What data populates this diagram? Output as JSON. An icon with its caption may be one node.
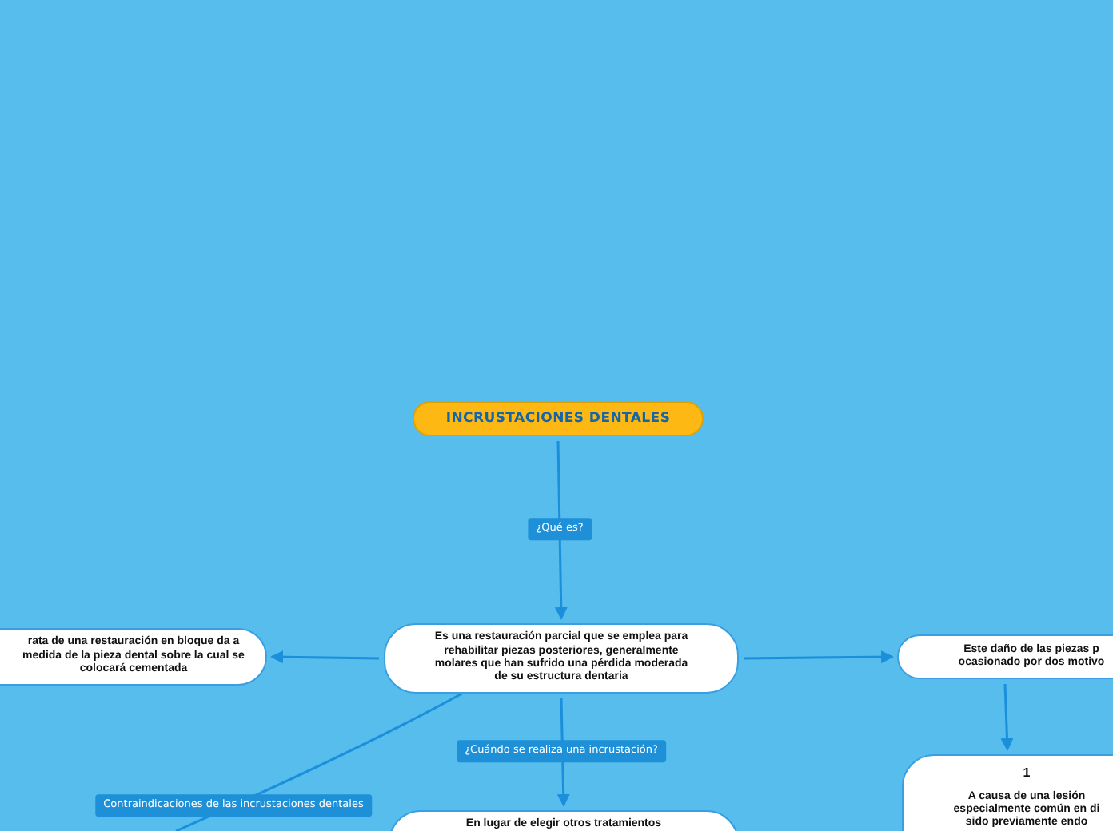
{
  "diagram": {
    "nodes": [
      {
        "text": [
          "INCRUSTACIONES DENTALES"
        ]
      },
      {
        "text": [
          "Es una restauración parcial que se emplea para rehabilitar piezas posteriores, generalmente molares que han sufrido una pérdida moderada de su estructura dentaria"
        ]
      },
      {
        "text": [
          "rata de una restauración en bloque da a medida de la pieza dental sobre la cual se colocará cementada"
        ]
      },
      {
        "text": [
          "Este daño de las piezas p ocasionado por dos motivo"
        ]
      },
      {
        "text": [
          "1",
          "A causa de una lesión especialmente común en di sido previamente endo"
        ]
      },
      {
        "text": [
          "En lugar de elegir otros tratamientos"
        ]
      }
    ],
    "edges": [
      {
        "from": 0,
        "to": 1,
        "arrow": "to",
        "label": "¿Qué es?"
      },
      {
        "from": 1,
        "to": 2,
        "arrow": "to"
      },
      {
        "from": 1,
        "to": 3,
        "arrow": "to"
      },
      {
        "from": 3,
        "to": 4,
        "arrow": "to"
      },
      {
        "from": 1,
        "to": 5,
        "arrow": "to",
        "label": "¿Cuándo se realiza una incrustación?"
      },
      {
        "from": 1,
        "to": null,
        "arrow": "none",
        "label": "Contraindicaciones de las incrustaciones dentales"
      }
    ]
  }
}
